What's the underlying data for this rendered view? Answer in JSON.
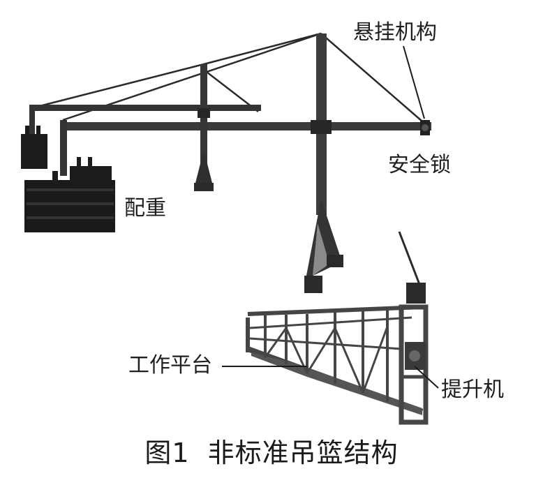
{
  "labels": {
    "suspension": "悬挂机构",
    "safety_lock": "安全锁",
    "counterweight": "配重",
    "work_platform": "工作平台",
    "hoist": "提升机"
  },
  "caption": {
    "figure_number": "图1",
    "title": "非标准吊篮结构"
  }
}
